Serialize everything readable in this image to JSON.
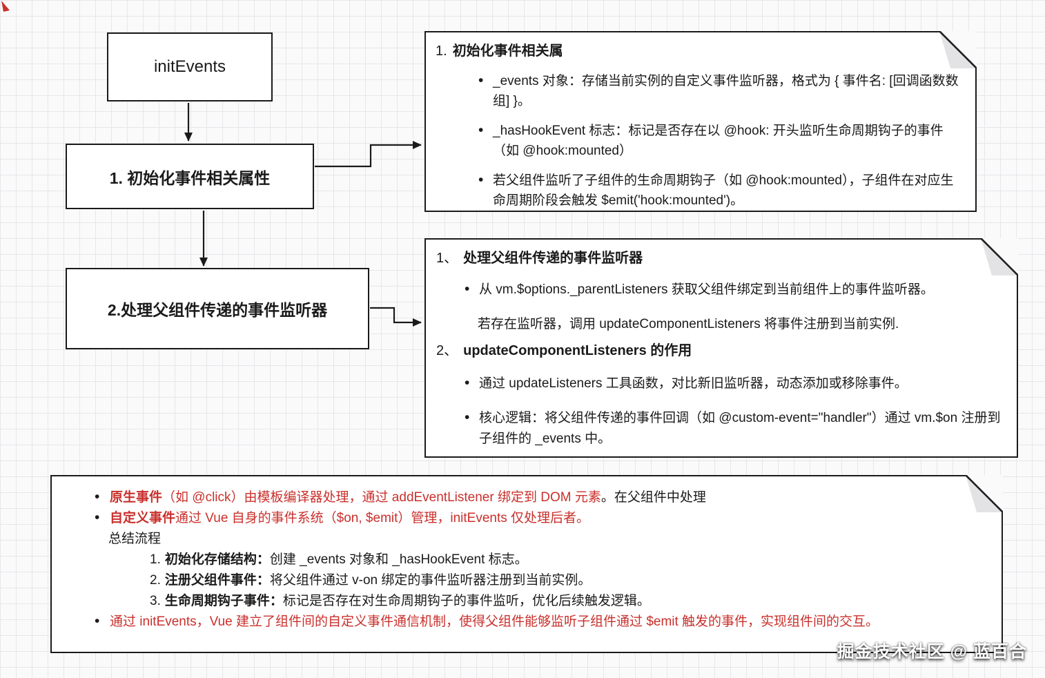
{
  "colors": {
    "ink": "#1a1a1a",
    "red": "#c9302c",
    "page_bg": "#fafafa",
    "grid": "#e7e7ec"
  },
  "flow": {
    "start": "initEvents",
    "step1": "1. 初始化事件相关属性",
    "step2": "2.处理父组件传递的事件监听器"
  },
  "note1": {
    "title_num": "1.",
    "title": "初始化事件相关属",
    "bullets": [
      "_events 对象：存储当前实例的自定义事件监听器，格式为 { 事件名: [回调函数数组] }。",
      "_hasHookEvent 标志：标记是否存在以 @hook: 开头监听生命周期钩子的事件（如 @hook:mounted）",
      "若父组件监听了子组件的生命周期钩子（如 @hook:mounted），子组件在对应生命周期阶段会触发 $emit('hook:mounted')。"
    ]
  },
  "note2": {
    "sec1_num": "1、",
    "sec1_title": "处理父组件传递的事件监听器",
    "sec1_bullet": "从 vm.$options._parentListeners 获取父组件绑定到当前组件上的事件监听器。",
    "sec1_line": "若存在监听器，调用 updateComponentListeners 将事件注册到当前实例.",
    "sec2_num": "2、",
    "sec2_title": "updateComponentListeners 的作用",
    "sec2_bullets": [
      "通过 updateListeners 工具函数，对比新旧监听器，动态添加或移除事件。",
      "核心逻辑：将父组件传递的事件回调（如 @custom-event=\"handler\"）通过 vm.$on 注册到子组件的 _events 中。"
    ]
  },
  "summary": {
    "b1_lead": "原生事件",
    "b1_red": "（如 @click）由模板编译器处理，通过 addEventListener 绑定到 DOM 元素",
    "b1_black": "。在父组件中处理",
    "b2_lead": "自定义事件",
    "b2_red": "通过 Vue 自身的事件系统（$on, $emit）管理，initEvents 仅处理后者。",
    "flow_title": "总结流程",
    "items": [
      {
        "num": "1.",
        "lead": "初始化存储结构：",
        "text": "创建 _events 对象和 _hasHookEvent 标志。"
      },
      {
        "num": "2.",
        "lead": "注册父组件事件：",
        "text": "将父组件通过 v-on 绑定的事件监听器注册到当前实例。"
      },
      {
        "num": "3.",
        "lead": "生命周期钩子事件：",
        "text": "标记是否存在对生命周期钩子的事件监听，优化后续触发逻辑。"
      }
    ],
    "b3_red": "通过 initEvents，Vue 建立了组件间的自定义事件通信机制，使得父组件能够监听子组件通过 $emit 触发的事件，实现组件间的交互。"
  },
  "watermark": "掘金技术社区 @ 蓝百合"
}
